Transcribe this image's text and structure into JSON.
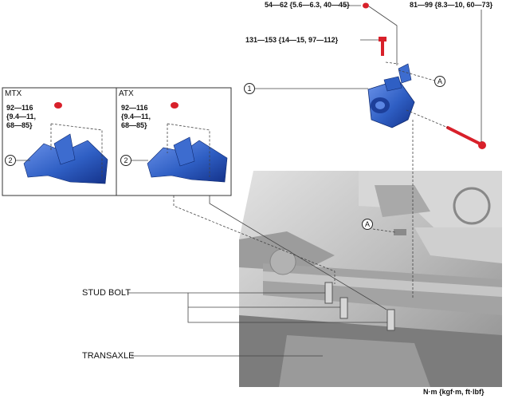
{
  "torques": {
    "top_bolt": "54—62 {5.6—6.3, 40—45}",
    "stud_nut": "131—153 {14—15, 97—112}",
    "long_bolt": "81—99 {8.3—10, 60—73}",
    "mtx_bolt": [
      "92—116",
      "{9.4—11,",
      "68—85}"
    ],
    "atx_bolt": [
      "92—116",
      "{9.4—11,",
      "68—85}"
    ]
  },
  "panels": {
    "mtx_title": "MTX",
    "atx_title": "ATX"
  },
  "callouts": {
    "part_1": "1",
    "part_2": "2",
    "ref_a": "A"
  },
  "labels": {
    "stud_bolt": "STUD BOLT",
    "transaxle": "TRANSAXLE",
    "unit": "N·m {kgf·m, ft·lbf}"
  },
  "colors": {
    "part_blue": "#2f5fc4",
    "fastener_red": "#d8202a",
    "engine_gray": "#c9c9c9"
  }
}
